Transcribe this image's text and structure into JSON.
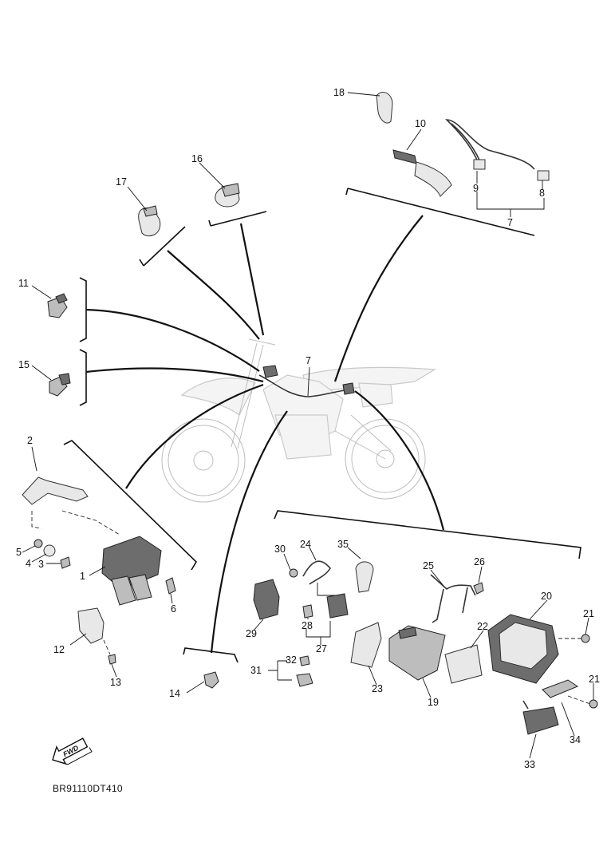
{
  "diagram": {
    "code": "BR91110DT410",
    "fwd_label": "FWD"
  },
  "callouts": [
    {
      "id": "c1",
      "label": "1"
    },
    {
      "id": "c2",
      "label": "2"
    },
    {
      "id": "c3",
      "label": "3"
    },
    {
      "id": "c4",
      "label": "4"
    },
    {
      "id": "c5",
      "label": "5"
    },
    {
      "id": "c6",
      "label": "6"
    },
    {
      "id": "c7a",
      "label": "7"
    },
    {
      "id": "c7b",
      "label": "7"
    },
    {
      "id": "c8",
      "label": "8"
    },
    {
      "id": "c9",
      "label": "9"
    },
    {
      "id": "c10",
      "label": "10"
    },
    {
      "id": "c11",
      "label": "11"
    },
    {
      "id": "c12",
      "label": "12"
    },
    {
      "id": "c13",
      "label": "13"
    },
    {
      "id": "c14",
      "label": "14"
    },
    {
      "id": "c15",
      "label": "15"
    },
    {
      "id": "c16",
      "label": "16"
    },
    {
      "id": "c17",
      "label": "17"
    },
    {
      "id": "c18",
      "label": "18"
    },
    {
      "id": "c19",
      "label": "19"
    },
    {
      "id": "c20",
      "label": "20"
    },
    {
      "id": "c21a",
      "label": "21"
    },
    {
      "id": "c21b",
      "label": "21"
    },
    {
      "id": "c22",
      "label": "22"
    },
    {
      "id": "c23",
      "label": "23"
    },
    {
      "id": "c24",
      "label": "24"
    },
    {
      "id": "c25",
      "label": "25"
    },
    {
      "id": "c26",
      "label": "26"
    },
    {
      "id": "c27",
      "label": "27"
    },
    {
      "id": "c28",
      "label": "28"
    },
    {
      "id": "c29",
      "label": "29"
    },
    {
      "id": "c30",
      "label": "30"
    },
    {
      "id": "c31",
      "label": "31"
    },
    {
      "id": "c32",
      "label": "32"
    },
    {
      "id": "c33",
      "label": "33"
    },
    {
      "id": "c34",
      "label": "34"
    },
    {
      "id": "c35",
      "label": "35"
    }
  ]
}
